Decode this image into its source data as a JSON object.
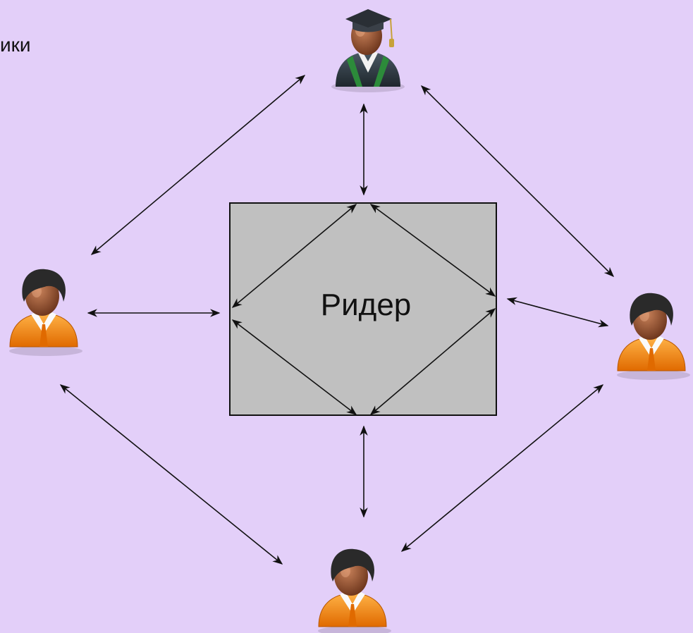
{
  "diagram": {
    "heading_fragment": "ики",
    "center_box": {
      "label": "Ридер",
      "fill": "#c0c0c0"
    },
    "participants": [
      {
        "id": "teacher",
        "icon": "graduate-teacher-icon"
      },
      {
        "id": "student-left",
        "icon": "student-icon"
      },
      {
        "id": "student-right",
        "icon": "student-icon"
      },
      {
        "id": "student-bottom",
        "icon": "student-icon"
      }
    ],
    "colors": {
      "background": "#e3cff9",
      "arrows": "#111111",
      "skin": "#8a4a2a",
      "hair": "#2a2a2a",
      "student_clothes": "#f08a12",
      "teacher_gown": "#2f3b44",
      "teacher_stole": "#2c8b3a"
    }
  }
}
